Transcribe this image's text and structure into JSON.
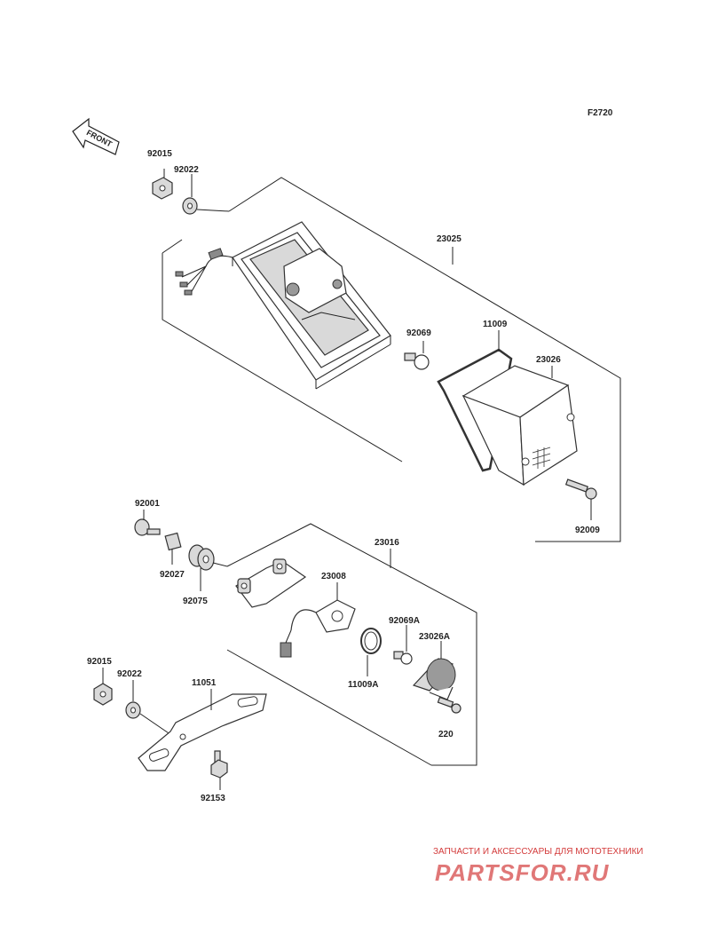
{
  "diagram": {
    "ref": "F2720",
    "front_label": "FRONT",
    "parts": {
      "p92015a": "92015",
      "p92022a": "92022",
      "p23025": "23025",
      "p92069": "92069",
      "p11009": "11009",
      "p23026": "23026",
      "p92009": "92009",
      "p92001": "92001",
      "p92027": "92027",
      "p92075": "92075",
      "p23016": "23016",
      "p23008": "23008",
      "p92069A": "92069A",
      "p23026A": "23026A",
      "p11009A": "11009A",
      "p220": "220",
      "p92015b": "92015",
      "p92022b": "92022",
      "p11051": "11051",
      "p92153": "92153"
    }
  },
  "watermark": {
    "line1": "ЗАПЧАСТИ И АКСЕССУАРЫ ДЛЯ МОТОТЕХНИКИ",
    "line2": "PARTSFOR.RU",
    "color": "#d33a3a"
  }
}
